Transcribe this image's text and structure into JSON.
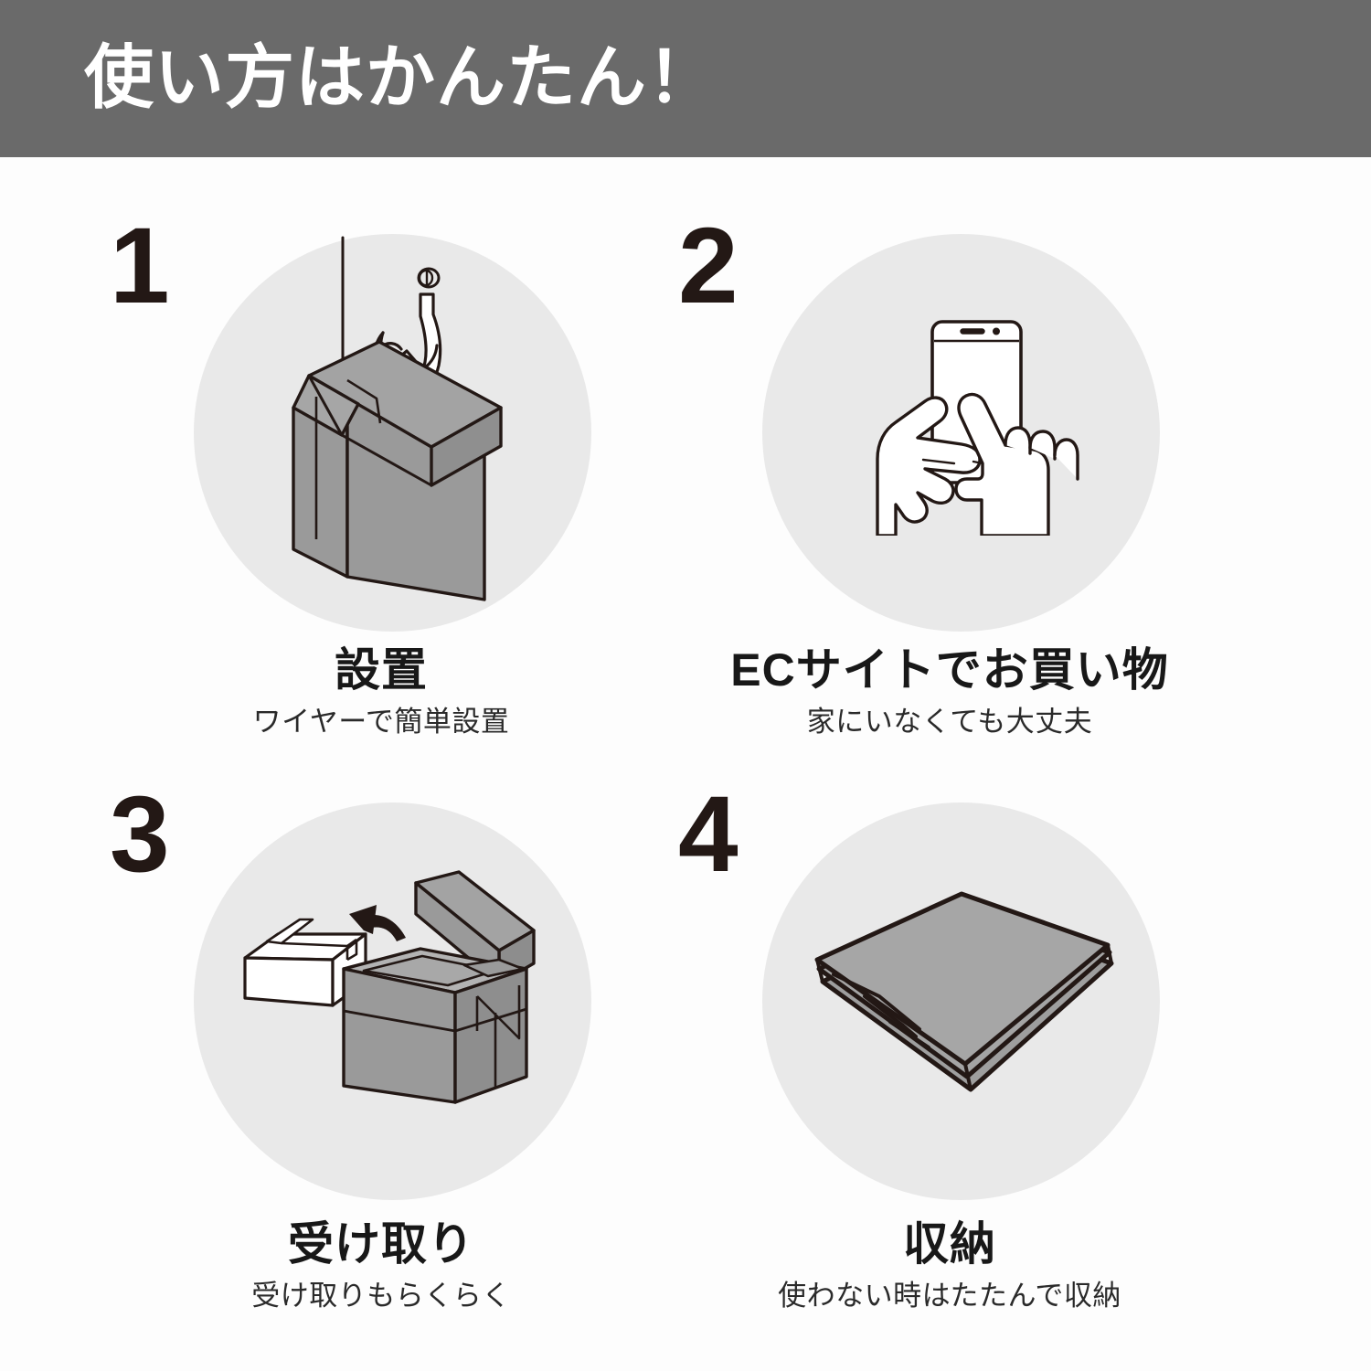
{
  "header": {
    "title": "使い方はかんたん！",
    "background_color": "#6a6a6a",
    "text_color": "#ffffff"
  },
  "palette": {
    "page_background": "#fdfdfd",
    "circle_fill": "#e9e9e9",
    "box_gray": "#9a9a9a",
    "box_gray_dark": "#8a8a8a",
    "line_color": "#231815",
    "number_color": "#231815",
    "title_color": "#181818"
  },
  "steps": [
    {
      "number": "1",
      "title": "設置",
      "subtitle": "ワイヤーで簡単設置",
      "illustration": "box-hanging-on-wire-with-padlock"
    },
    {
      "number": "2",
      "title": "ECサイトでお買い物",
      "subtitle": "家にいなくても大丈夫",
      "illustration": "hands-holding-smartphone-tapping"
    },
    {
      "number": "3",
      "title": "受け取り",
      "subtitle": "受け取りもらくらく",
      "illustration": "open-delivery-box-with-parcel-and-arrow"
    },
    {
      "number": "4",
      "title": "収納",
      "subtitle": "使わない時はたたんで収納",
      "illustration": "folded-flat-box"
    }
  ]
}
